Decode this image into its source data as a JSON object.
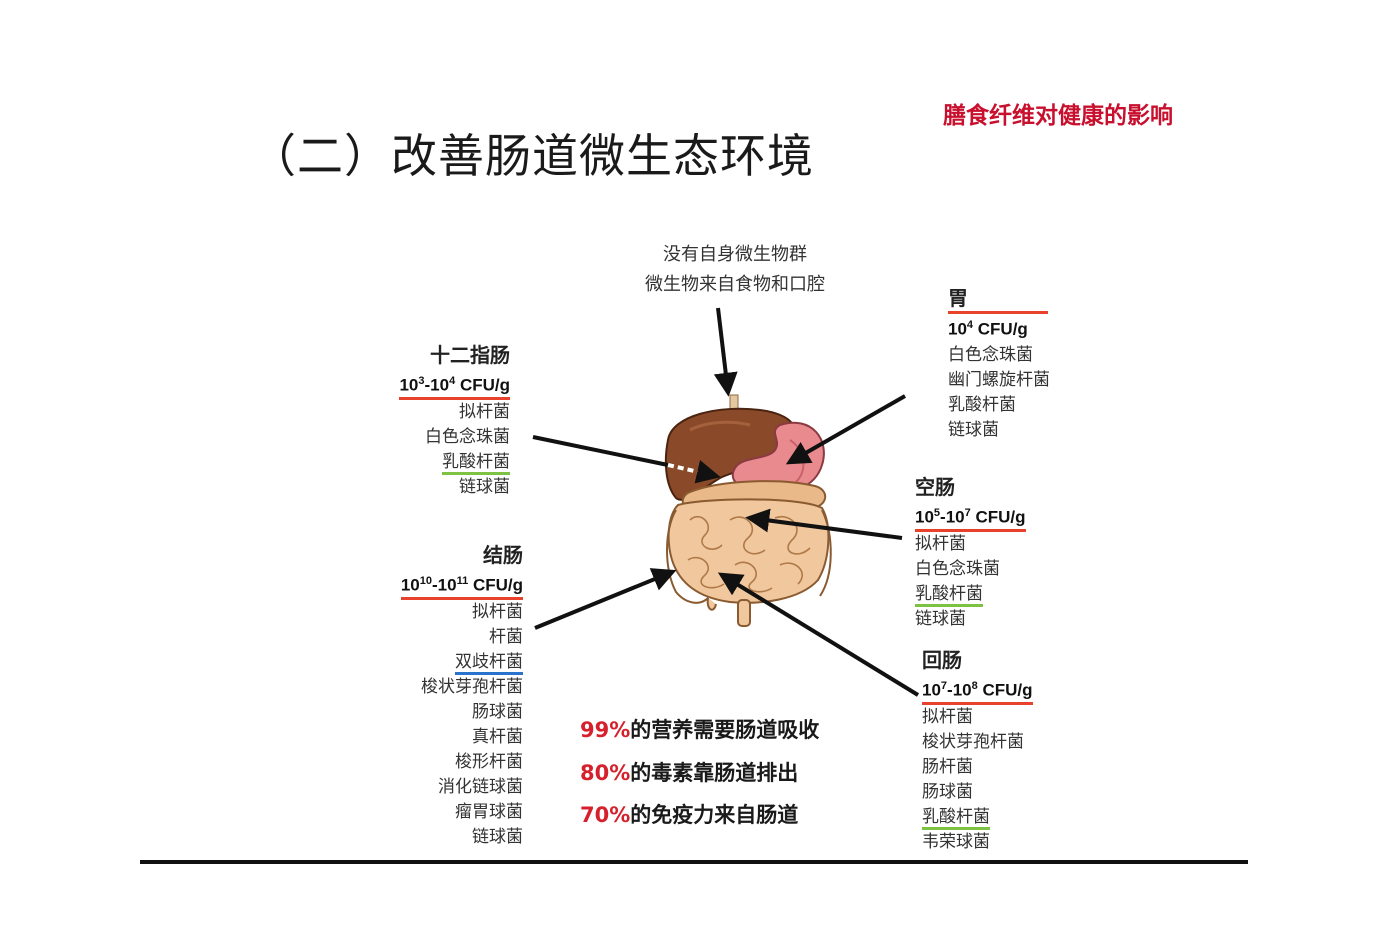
{
  "title": "（二）改善肠道微生态环境",
  "corner_label": "膳食纤维对健康的影响",
  "mouth_note": {
    "line1": "没有自身微生物群",
    "line2": "微生物来自食物和口腔"
  },
  "stomach": {
    "name": "胃",
    "cfu_base": "10",
    "cfu_exp": "4",
    "cfu_unit": " CFU/g",
    "species": [
      "白色念珠菌",
      "幽门螺旋杆菌",
      "乳酸杆菌",
      "链球菌"
    ]
  },
  "duodenum": {
    "name": "十二指肠",
    "cfu_base1": "10",
    "cfu_exp1": "3",
    "cfu_sep": "-",
    "cfu_base2": "10",
    "cfu_exp2": "4",
    "cfu_unit": " CFU/g",
    "species": [
      "拟杆菌",
      "白色念珠菌",
      "乳酸杆菌",
      "链球菌"
    ]
  },
  "jejunum": {
    "name": "空肠",
    "cfu_base1": "10",
    "cfu_exp1": "5",
    "cfu_sep": "-",
    "cfu_base2": "10",
    "cfu_exp2": "7",
    "cfu_unit": " CFU/g",
    "species": [
      "拟杆菌",
      "白色念珠菌",
      "乳酸杆菌",
      "链球菌"
    ]
  },
  "colon": {
    "name": "结肠",
    "cfu_base1": "10",
    "cfu_exp1": "10",
    "cfu_sep": "-",
    "cfu_base2": "10",
    "cfu_exp2": "11",
    "cfu_unit": " CFU/g",
    "species": [
      "拟杆菌",
      "杆菌",
      "双歧杆菌",
      "梭状芽孢杆菌",
      "肠球菌",
      "真杆菌",
      "梭形杆菌",
      "消化链球菌",
      "瘤胃球菌",
      "链球菌"
    ]
  },
  "ileum": {
    "name": "回肠",
    "cfu_base1": "10",
    "cfu_exp1": "7",
    "cfu_sep": "-",
    "cfu_base2": "10",
    "cfu_exp2": "8",
    "cfu_unit": " CFU/g",
    "species": [
      "拟杆菌",
      "梭状芽孢杆菌",
      "肠杆菌",
      "肠球菌",
      "乳酸杆菌",
      "韦荣球菌"
    ]
  },
  "stats": [
    {
      "pct": "99%",
      "text": "的营养需要肠道吸收"
    },
    {
      "pct": "80%",
      "text": "的毒素靠肠道排出"
    },
    {
      "pct": "70%",
      "text": "的免疫力来自肠道"
    }
  ],
  "colors": {
    "title_red": "#c8102e",
    "cfu_underline": "#e8412c",
    "green_underline": "#7dc242",
    "blue_underline": "#2a73cc",
    "liver": "#8a4a2a",
    "stomach": "#e98a8e",
    "intestine": "#e9b98a"
  }
}
